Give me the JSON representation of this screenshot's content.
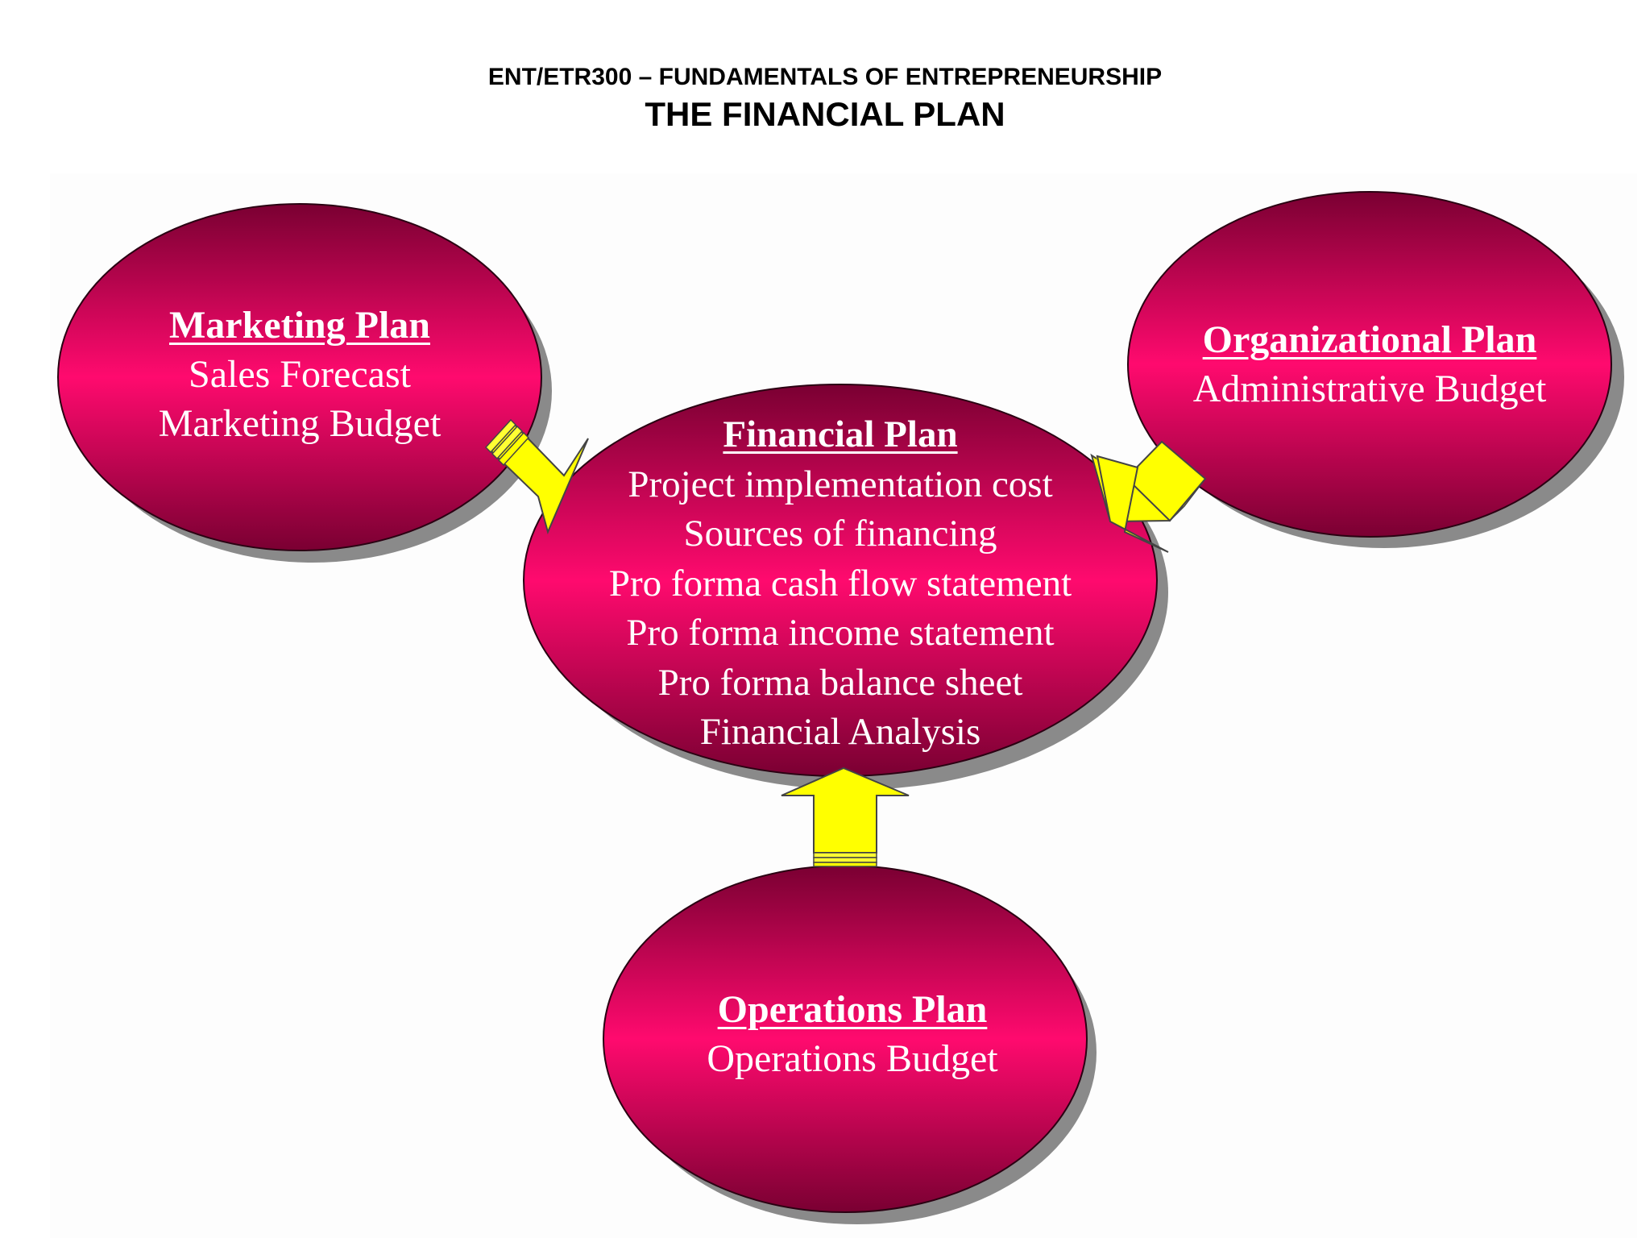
{
  "header": {
    "course_title": "ENT/ETR300 – FUNDAMENTALS OF ENTREPRENEURSHIP",
    "diagram_title": "THE FINANCIAL PLAN"
  },
  "nodes": {
    "marketing": {
      "heading": "Marketing Plan",
      "lines": [
        "Sales Forecast",
        "Marketing Budget"
      ]
    },
    "organizational": {
      "heading": "Organizational Plan",
      "lines": [
        "Administrative Budget"
      ]
    },
    "financial": {
      "heading": "Financial Plan",
      "lines": [
        "Project implementation cost",
        "Sources of financing",
        "Pro forma cash flow statement",
        "Pro forma income statement",
        "Pro forma balance sheet",
        "Financial Analysis"
      ]
    },
    "operations": {
      "heading": "Operations Plan",
      "lines": [
        "Operations Budget"
      ]
    }
  },
  "edges": [
    {
      "from": "marketing",
      "to": "financial"
    },
    {
      "from": "organizational",
      "to": "financial"
    },
    {
      "from": "operations",
      "to": "financial"
    }
  ],
  "colors": {
    "bubble_center": "#ff0a6e",
    "bubble_edge": "#7a0032",
    "arrow_fill": "#ffff00",
    "arrow_stroke": "#555555",
    "shadow": "#8a8a8a",
    "text": "#ffffff"
  }
}
